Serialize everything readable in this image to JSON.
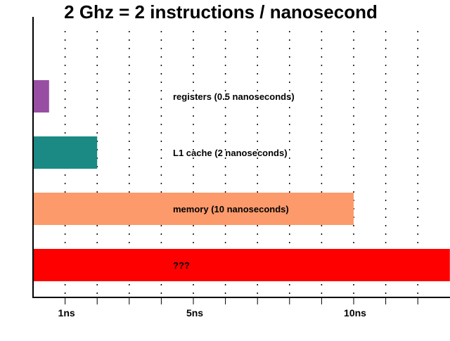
{
  "chart_data": {
    "type": "bar",
    "orientation": "horizontal",
    "title": "2 Ghz = 2 instructions / nanosecond",
    "xlabel": "",
    "ylabel": "",
    "xlim": [
      0,
      13
    ],
    "x_ticks": [
      1,
      2,
      3,
      4,
      5,
      6,
      7,
      8,
      9,
      10,
      11,
      12
    ],
    "x_tick_labels": [
      {
        "value": 1,
        "label": "1ns"
      },
      {
        "value": 5,
        "label": "5ns"
      },
      {
        "value": 10,
        "label": "10ns"
      }
    ],
    "grid": "vertical dotted lines",
    "bars": [
      {
        "label": "registers (0.5 nanoseconds)",
        "value": 0.5,
        "color": "#984ea3"
      },
      {
        "label": "L1 cache (2 nanoseconds)",
        "value": 2,
        "color": "#1b8a84"
      },
      {
        "label": "memory (10 nanoseconds)",
        "value": 10,
        "color": "#fc9a6b"
      },
      {
        "label": "???",
        "value": 13,
        "color": "#ff0000"
      }
    ]
  }
}
